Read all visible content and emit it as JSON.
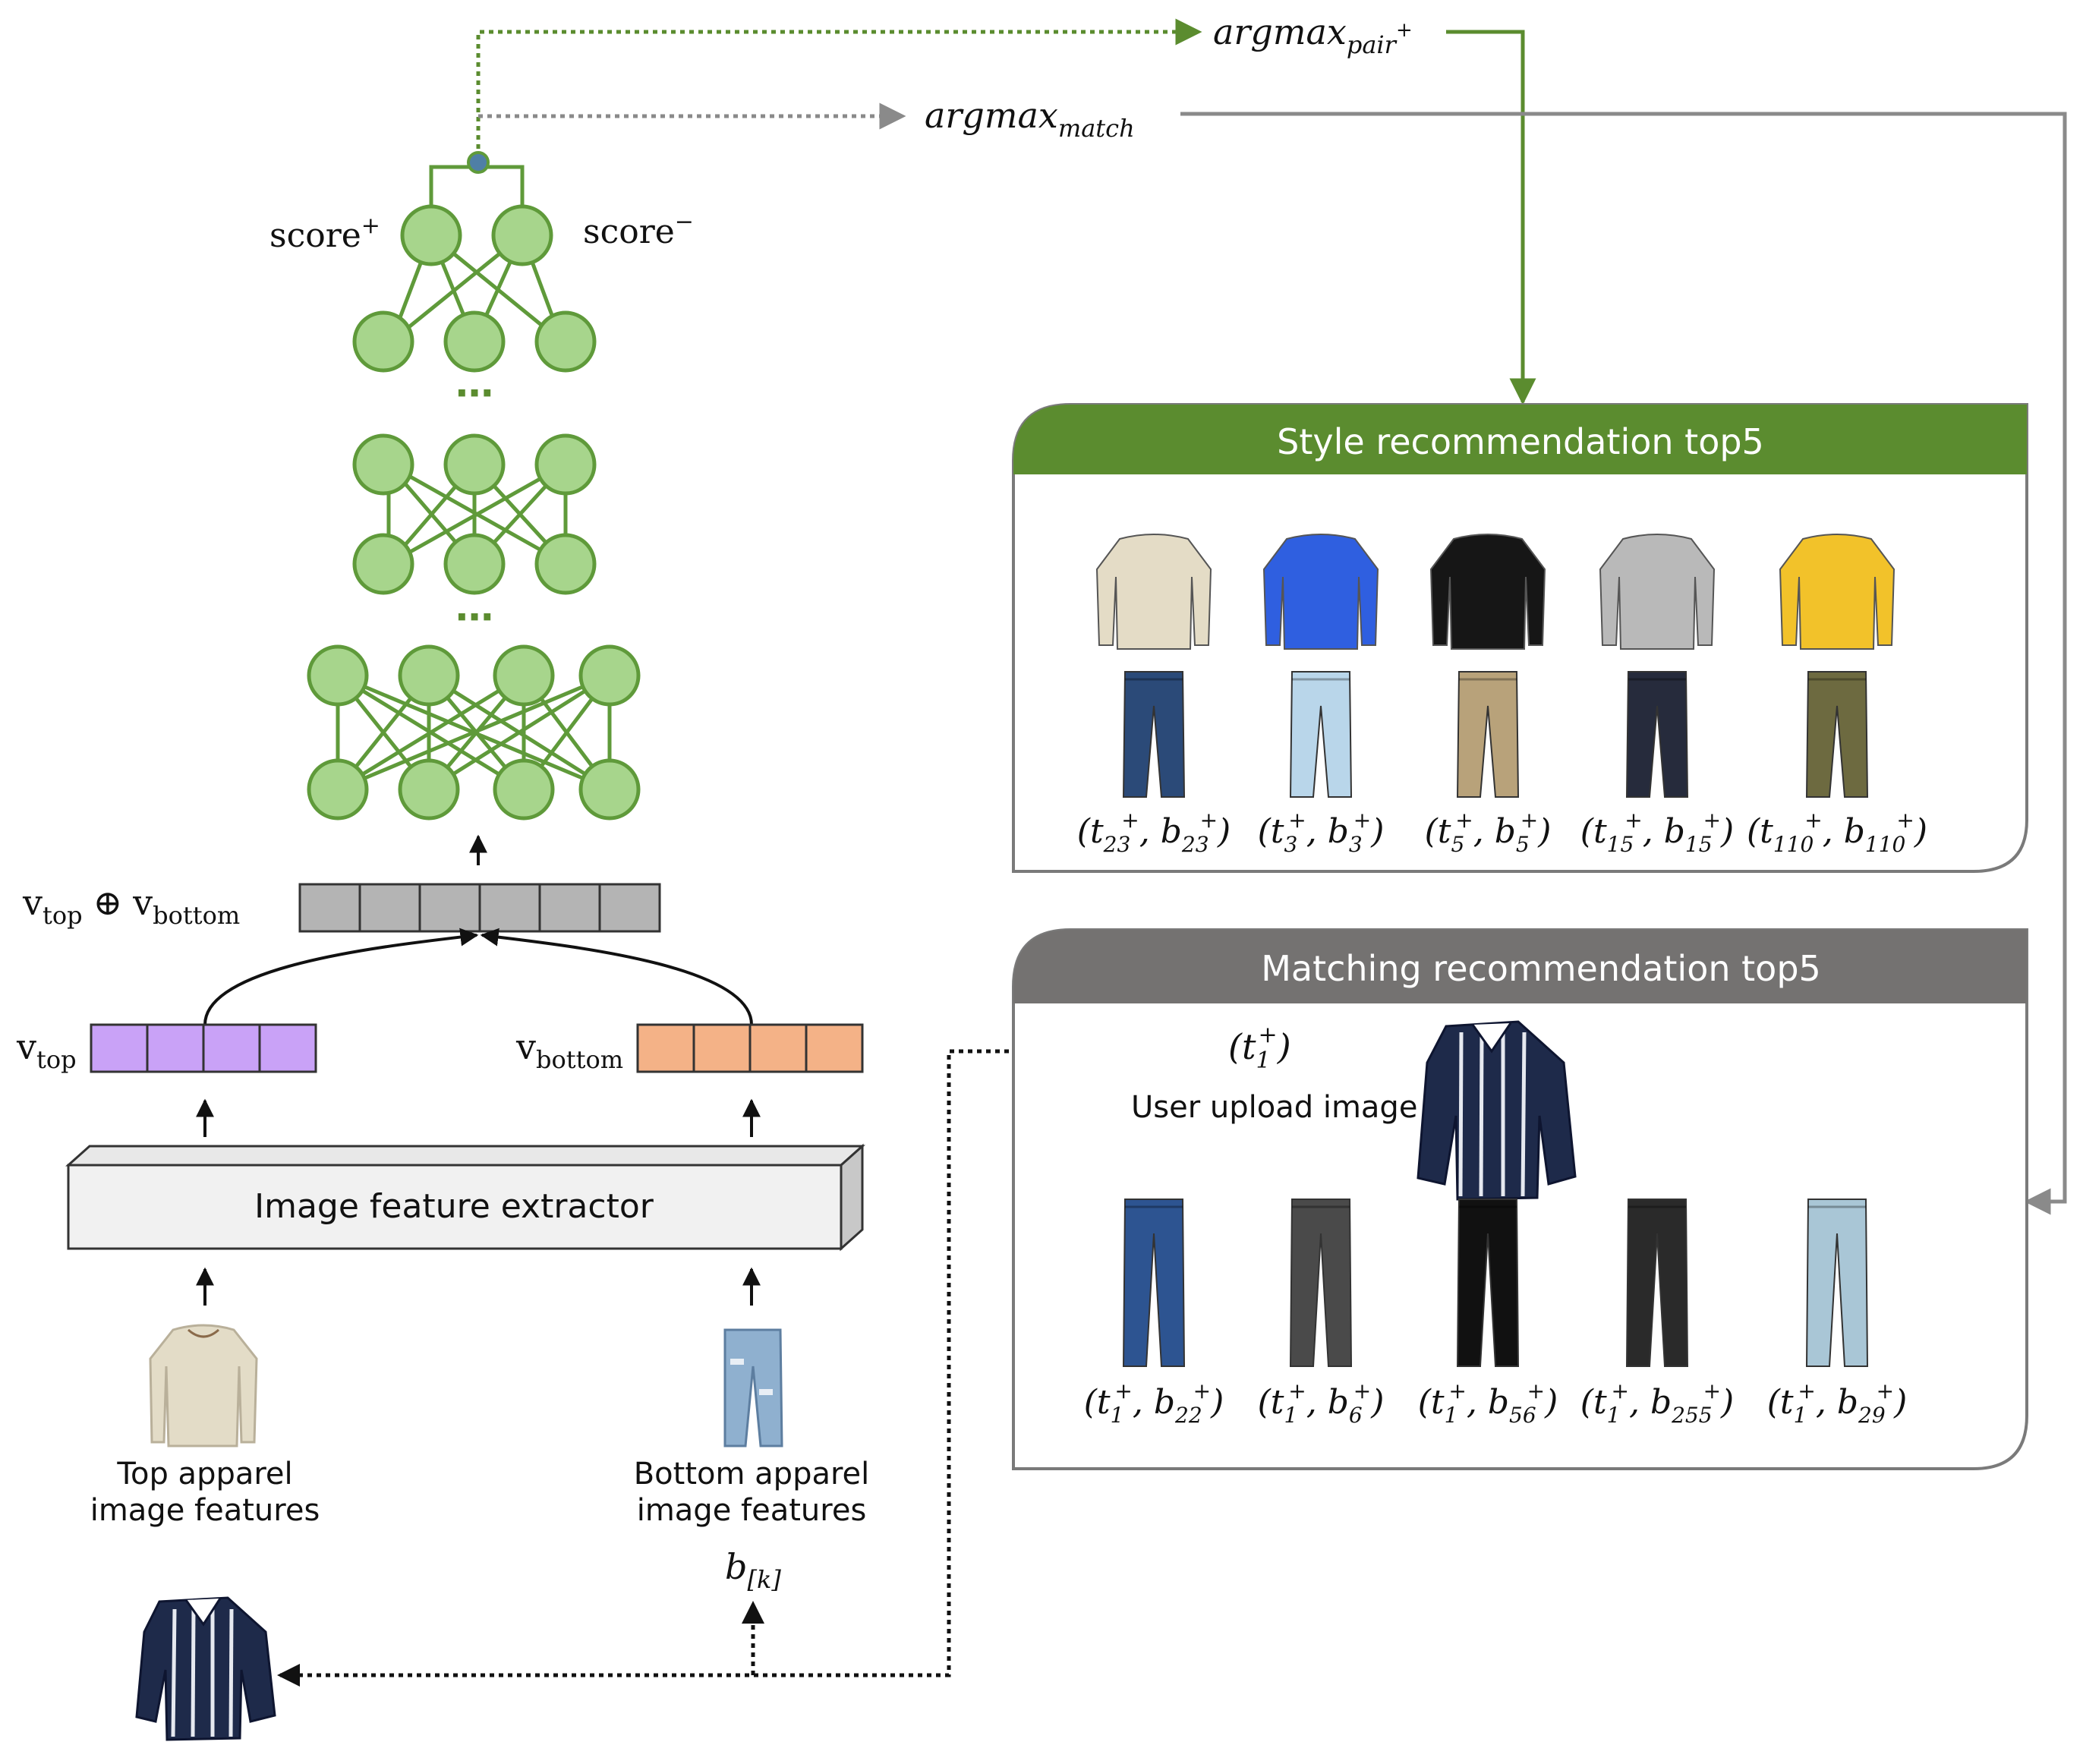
{
  "colors": {
    "green": "#5b8c2f",
    "node_fill": "#a7d58c",
    "node_stroke": "#5f9a3a",
    "gray_header": "#747271",
    "gray_arrow": "#8a8a8a",
    "purple": "#c9a2f7",
    "orange": "#f4b287",
    "concat_gray": "#b4b4b4"
  },
  "top_outputs": {
    "argmax_pair": "argmax",
    "argmax_pair_sub": "pair",
    "argmax_pair_sup": "+",
    "argmax_match": "argmax",
    "argmax_match_sub": "match"
  },
  "network": {
    "score_pos": "score",
    "score_pos_sup": "+",
    "score_neg": "score",
    "score_neg_sup": "−",
    "ellipsis": "⋯"
  },
  "vectors": {
    "concat_v1": "v",
    "concat_v1_sub": "top",
    "concat_op": "⊕",
    "concat_v2": "v",
    "concat_v2_sub": "bottom",
    "vtop": "v",
    "vtop_sub": "top",
    "vbottom": "v",
    "vbottom_sub": "bottom"
  },
  "extractor": {
    "label": "Image feature extractor"
  },
  "inputs": {
    "top_line1": "Top apparel",
    "top_line2": "image features",
    "bottom_line1": "Bottom apparel",
    "bottom_line2": "image features",
    "bk": "b",
    "bk_sub": "[k]"
  },
  "style_panel": {
    "title": "Style recommendation top5",
    "top_icons": [
      "beige-sweater-icon",
      "blue-sweatshirt-icon",
      "black-shirt-icon",
      "gray-sweater-icon",
      "yellow-sweatshirt-icon"
    ],
    "bottom_icons": [
      "dark-jeans-icon",
      "light-jeans-icon",
      "khaki-pants-icon",
      "navy-pants-icon",
      "olive-pants-icon"
    ],
    "pairs": [
      {
        "t": "t",
        "t_sub": "23",
        "b": "b",
        "b_sub": "23"
      },
      {
        "t": "t",
        "t_sub": "3",
        "b": "b",
        "b_sub": "3"
      },
      {
        "t": "t",
        "t_sub": "5",
        "b": "b",
        "b_sub": "5"
      },
      {
        "t": "t",
        "t_sub": "15",
        "b": "b",
        "b_sub": "15"
      },
      {
        "t": "t",
        "t_sub": "110",
        "b": "b",
        "b_sub": "110"
      }
    ]
  },
  "match_panel": {
    "title": "Matching recommendation top5",
    "query": "t",
    "query_sub": "1",
    "upload_label": "User upload image",
    "bottom_icons": [
      "blue-jeans-icon",
      "gray-pants-icon",
      "black-pants-icon",
      "black-jeans-icon",
      "light-blue-jeans-icon"
    ],
    "pairs": [
      {
        "t": "t",
        "t_sub": "1",
        "b": "b",
        "b_sub": "22"
      },
      {
        "t": "t",
        "t_sub": "1",
        "b": "b",
        "b_sub": "6"
      },
      {
        "t": "t",
        "t_sub": "1",
        "b": "b",
        "b_sub": "56"
      },
      {
        "t": "t",
        "t_sub": "1",
        "b": "b",
        "b_sub": "255"
      },
      {
        "t": "t",
        "t_sub": "1",
        "b": "b",
        "b_sub": "29"
      }
    ]
  }
}
